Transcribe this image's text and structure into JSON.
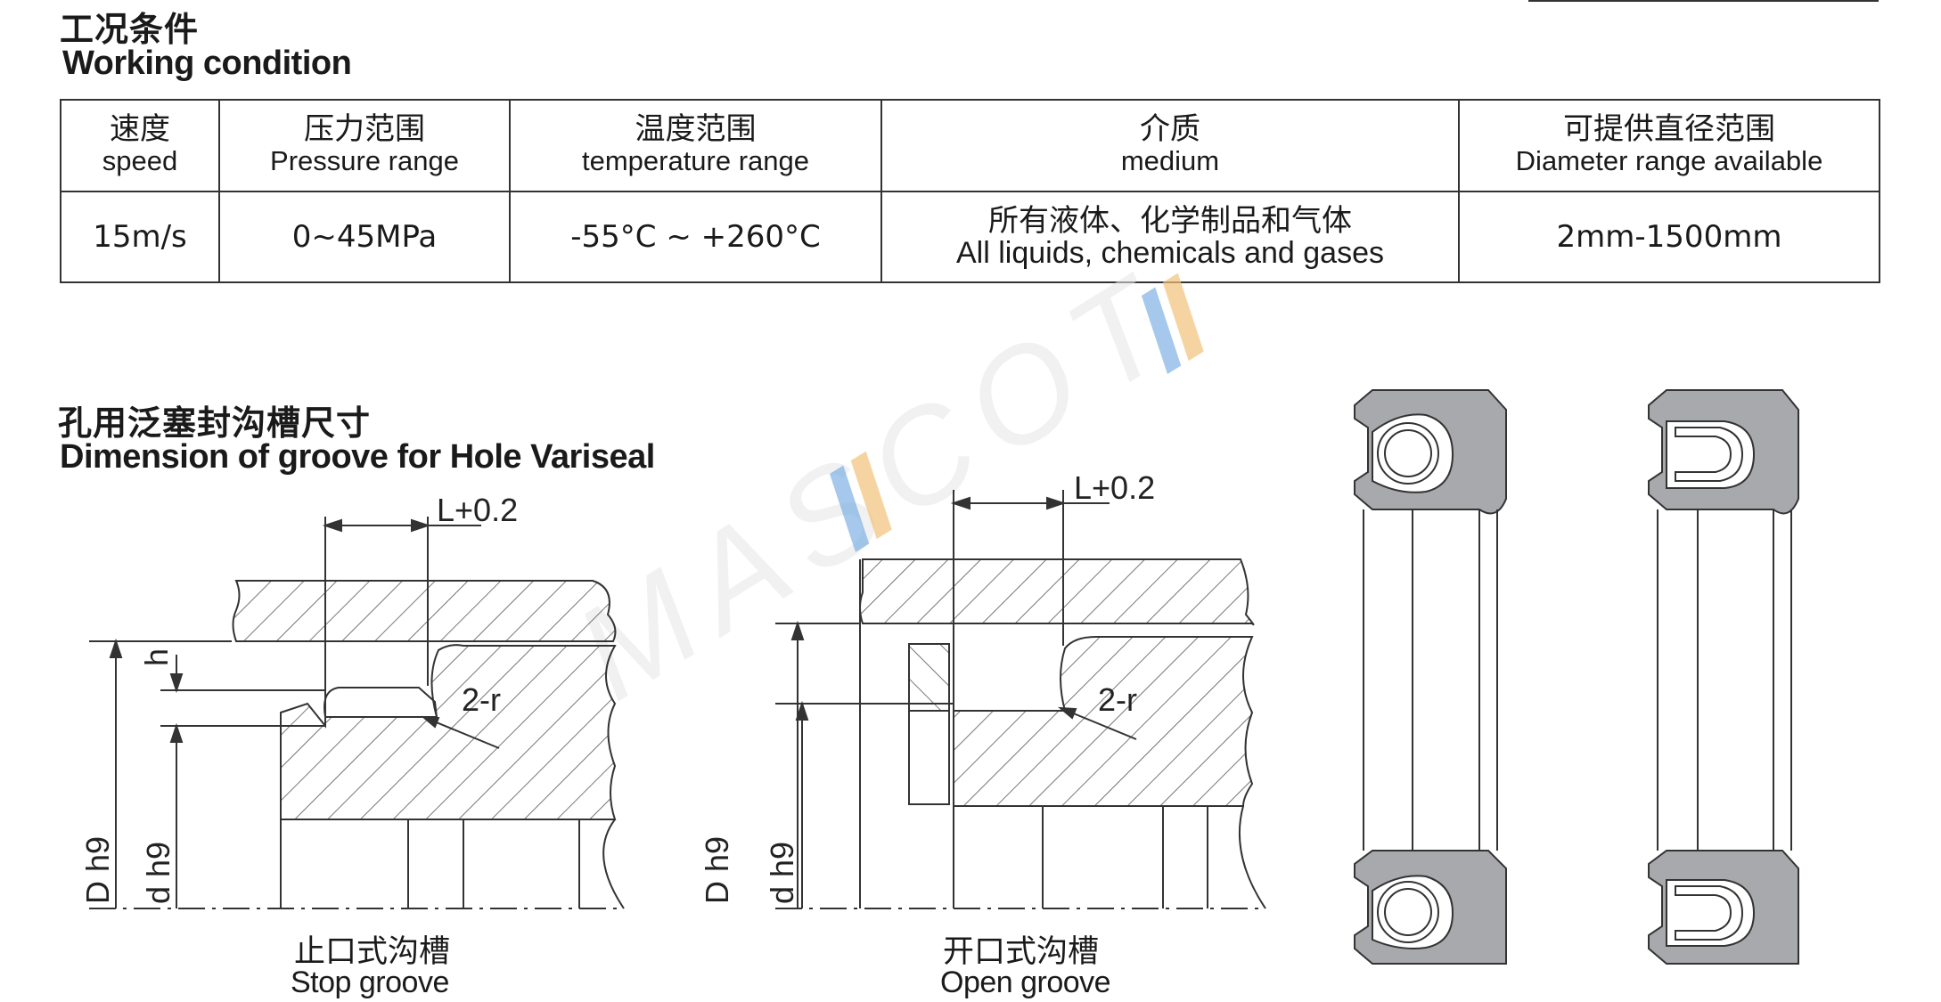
{
  "working": {
    "title_cn": "工况条件",
    "title_en": "Working condition",
    "columns": [
      {
        "cn": "速度",
        "en": "speed"
      },
      {
        "cn": "压力范围",
        "en": "Pressure range"
      },
      {
        "cn": "温度范围",
        "en": "temperature range"
      },
      {
        "cn": "介质",
        "en": "medium"
      },
      {
        "cn": "可提供直径范围",
        "en": "Diameter range available"
      }
    ],
    "values": {
      "speed": "15m/s",
      "pressure": "0~45MPa",
      "temperature": "-55°C ~ +260°C",
      "medium_cn": "所有液体、化学制品和气体",
      "medium_en": "All liquids, chemicals and gases",
      "diameter": "2mm-1500mm"
    }
  },
  "groove": {
    "title_cn": "孔用泛塞封沟槽尺寸",
    "title_en": "Dimension of groove for Hole Variseal",
    "stop": {
      "dim_top": "L+0.2",
      "dim_h": "h",
      "dim_r": "2-r",
      "dim_D": "D h9",
      "dim_d": "d h9",
      "caption_cn": "止口式沟槽",
      "caption_en": "Stop groove"
    },
    "open": {
      "dim_top": "L+0.2",
      "dim_r": "2-r",
      "dim_D": "D h9",
      "dim_d": "d h9",
      "caption_cn": "开口式沟槽",
      "caption_en": "Open groove"
    }
  },
  "watermark": "MASCOT",
  "colors": {
    "seal_gray": "#a7a9ac",
    "watermark_blue": "#7fb2e5",
    "line": "#333333"
  }
}
